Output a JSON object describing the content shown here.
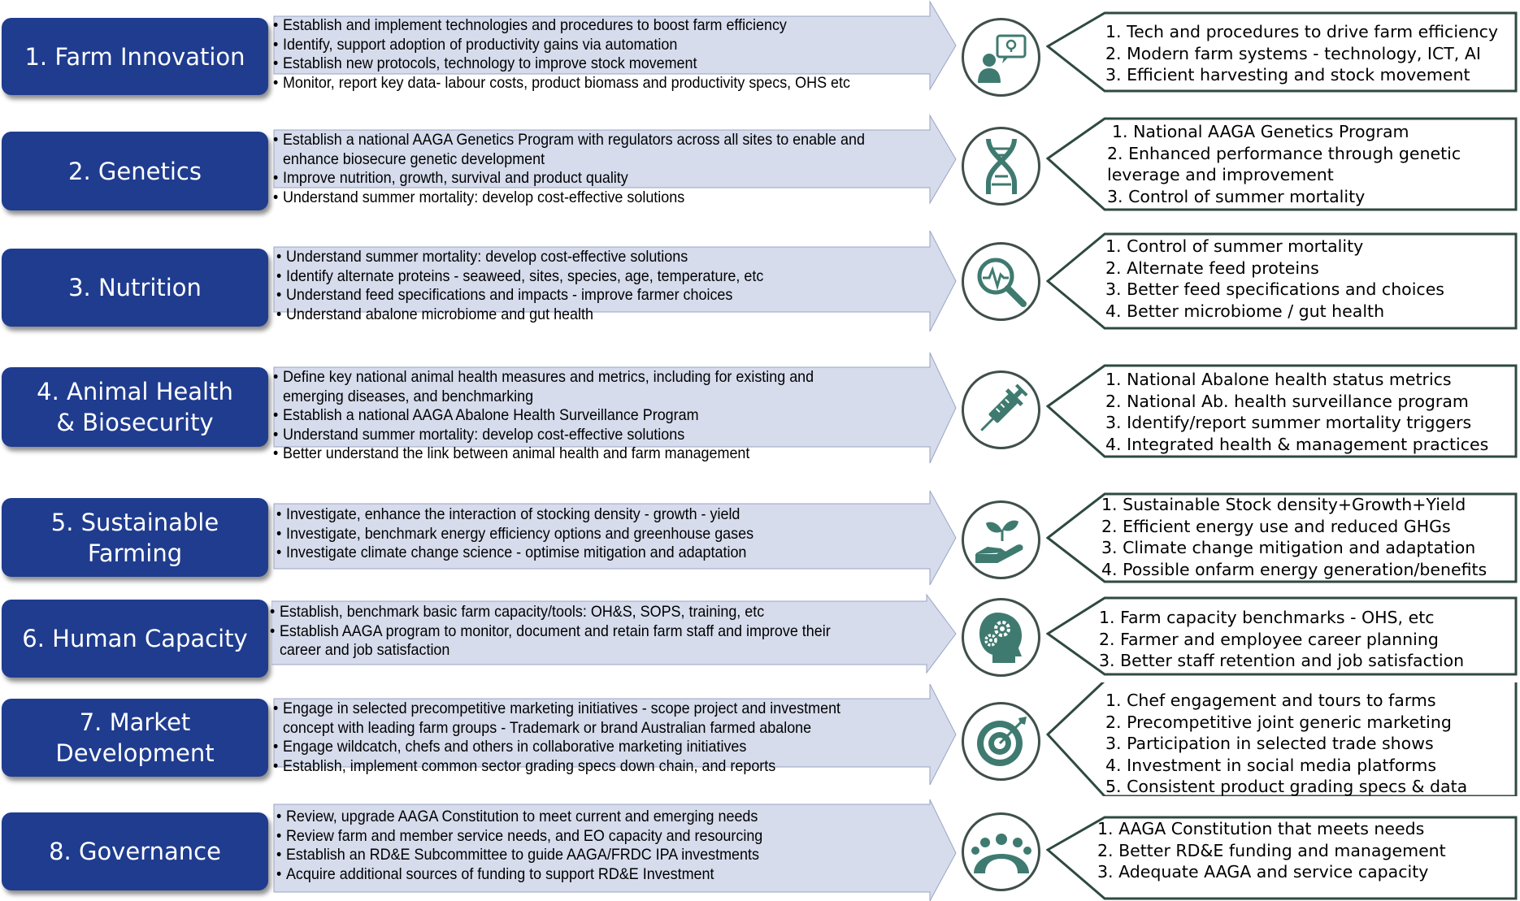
{
  "rows": [
    {
      "category": "1. Farm Innovation",
      "icon": "idea-presenter-icon",
      "actions": [
        "Establish and implement technologies and procedures to boost farm efficiency",
        "Identify, support adoption of productivity gains via automation",
        "Establish new protocols, technology to improve stock movement",
        "Monitor, report key data- labour costs, product biomass and productivity specs, OHS etc"
      ],
      "outcomes": [
        "1. Tech and procedures to drive farm efficiency",
        "2. Modern farm systems - technology, ICT, AI",
        "3. Efficient harvesting and stock movement"
      ]
    },
    {
      "category": "2. Genetics",
      "icon": "dna-icon",
      "actions": [
        "Establish a national AAGA Genetics Program with regulators across all sites to enable and enhance biosecure genetic development",
        "Improve nutrition, growth, survival and product quality",
        "Understand summer mortality: develop cost-effective solutions"
      ],
      "outcomes": [
        "1. National AAGA Genetics Program",
        "2. Enhanced performance through genetic leverage and improvement",
        "3. Control of summer mortality"
      ]
    },
    {
      "category": "3. Nutrition",
      "icon": "magnifier-pulse-icon",
      "actions": [
        "Understand summer mortality: develop cost-effective solutions",
        "Identify alternate proteins - seaweed, sites, species, age, temperature, etc",
        "Understand feed specifications and impacts - improve farmer choices",
        "Understand abalone microbiome and gut health"
      ],
      "outcomes": [
        "1. Control of summer mortality",
        "2. Alternate feed proteins",
        "3. Better feed specifications and choices",
        "4. Better microbiome / gut health"
      ]
    },
    {
      "category": "4. Animal Health\n& Biosecurity",
      "icon": "syringe-icon",
      "actions": [
        "Define key national animal health measures and metrics, including for existing and emerging diseases, and benchmarking",
        "Establish a national AAGA Abalone Health Surveillance Program",
        "Understand summer mortality: develop cost-effective solutions",
        "Better understand the link between animal health and farm management"
      ],
      "outcomes": [
        "1. National Abalone health status metrics",
        "2. National Ab. health surveillance program",
        "3. Identify/report summer mortality triggers",
        "4. Integrated health & management practices"
      ]
    },
    {
      "category": "5. Sustainable\nFarming",
      "icon": "hand-plant-icon",
      "actions": [
        "Investigate, enhance the interaction of stocking density - growth - yield",
        "Investigate, benchmark energy efficiency options and greenhouse gases",
        "Investigate climate change science - optimise mitigation and adaptation"
      ],
      "outcomes": [
        "1. Sustainable Stock density+Growth+Yield",
        "2. Efficient energy use and reduced GHGs",
        "3. Climate change mitigation and adaptation",
        "4. Possible onfarm energy generation/benefits"
      ]
    },
    {
      "category": "6. Human Capacity",
      "icon": "head-gears-icon",
      "actions": [
        "Establish, benchmark basic farm capacity/tools: OH&S, SOPS, training, etc",
        "Establish AAGA program to monitor, document and retain farm staff and improve their career and job satisfaction"
      ],
      "outcomes": [
        "1. Farm capacity benchmarks - OHS, etc",
        "2. Farmer and employee career planning",
        "3. Better staff retention and job satisfaction"
      ]
    },
    {
      "category": "7. Market\nDevelopment",
      "icon": "target-icon",
      "actions": [
        "Engage in selected precompetitive marketing initiatives - scope project and investment concept with leading farm groups - Trademark or brand Australian farmed abalone",
        "Engage wildcatch, chefs and others in collaborative marketing initiatives",
        "Establish, implement common sector grading specs down chain, and reports"
      ],
      "outcomes": [
        "1. Chef engagement and tours to farms",
        "2. Precompetitive joint generic marketing",
        "3. Participation in selected trade shows",
        "4. Investment in social media platforms",
        "5. Consistent product grading specs & data"
      ]
    },
    {
      "category": "8. Governance",
      "icon": "group-meeting-icon",
      "actions": [
        "Review, upgrade AAGA Constitution to meet current and emerging needs",
        "Review farm and member service needs, and EO capacity and resourcing",
        "Establish an RD&E Subcommittee to guide AAGA/FRDC IPA investments",
        "Acquire additional sources of funding to support RD&E Investment"
      ],
      "outcomes": [
        "1. AAGA Constitution that meets needs",
        "2. Better RD&E funding and management",
        "3. Adequate AAGA and service capacity"
      ]
    }
  ],
  "colors": {
    "category_fill": "#1f3c8f",
    "arrow_fill": "#d6dcec",
    "icon_stroke": "#3f4f4b",
    "icon_fill": "#3f7a70",
    "outcome_border": "#2e4a3f"
  }
}
